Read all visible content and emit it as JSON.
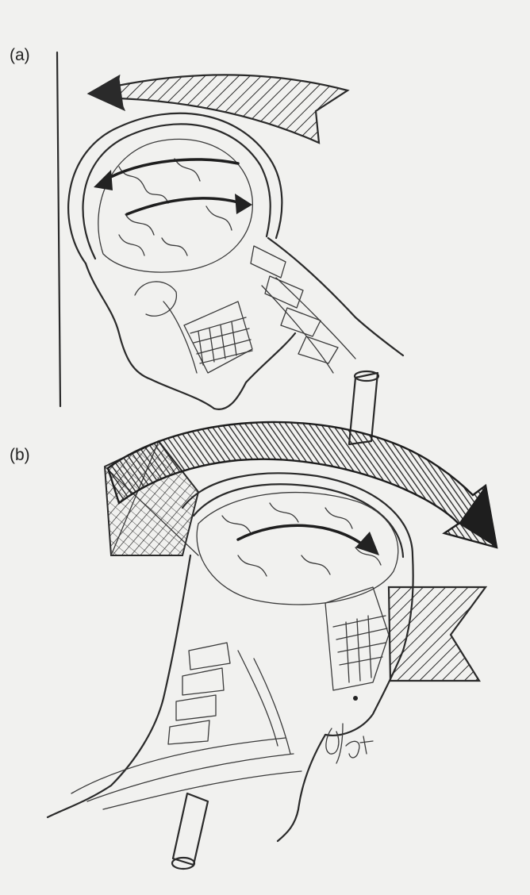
{
  "panels": [
    {
      "label": "(a)"
    },
    {
      "label": "(b)"
    }
  ],
  "signature": {
    "text": "AJ"
  },
  "colors": {
    "paper": "#f1f1ef",
    "ink": "#2a2a2a",
    "dark_arrow": "#262626"
  }
}
